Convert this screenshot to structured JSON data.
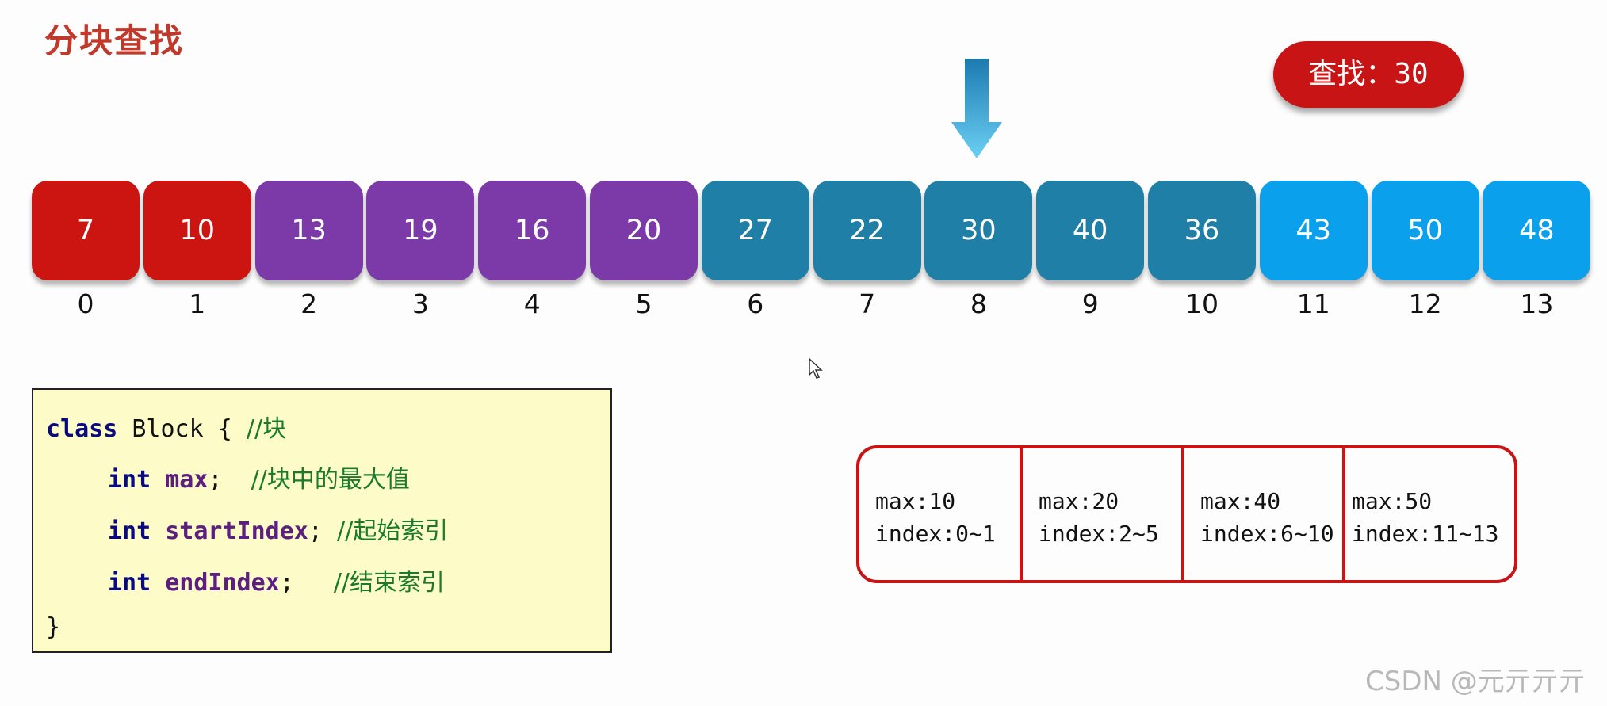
{
  "title": "分块查找",
  "search_badge": "查找：30",
  "pointer_index": 8,
  "array": {
    "values": [
      "7",
      "10",
      "13",
      "19",
      "16",
      "20",
      "27",
      "22",
      "30",
      "40",
      "36",
      "43",
      "50",
      "48"
    ],
    "indices": [
      "0",
      "1",
      "2",
      "3",
      "4",
      "5",
      "6",
      "7",
      "8",
      "9",
      "10",
      "11",
      "12",
      "13"
    ],
    "colors": [
      "#cc1410",
      "#cc1410",
      "#7b3aa8",
      "#7b3aa8",
      "#7b3aa8",
      "#7b3aa8",
      "#1f7fa6",
      "#1f7fa6",
      "#1f7fa6",
      "#1f7fa6",
      "#1f7fa6",
      "#0aa0ec",
      "#0aa0ec",
      "#0aa0ec"
    ]
  },
  "code": {
    "line1_keyword": "class",
    "line1_name": " Block { ",
    "line1_comment": "//块",
    "line2_keyword": "int",
    "line2_field": " max",
    "line2_punct": ";  ",
    "line2_comment": "//块中的最大值",
    "line3_keyword": "int",
    "line3_field": " startIndex",
    "line3_punct": "; ",
    "line3_comment": "//起始索引",
    "line4_keyword": "int",
    "line4_field": " endIndex",
    "line4_punct": ";",
    "line4_comment": "//结束索引",
    "line5": "}"
  },
  "blocks": [
    {
      "max": "max:10",
      "index": "index:0~1"
    },
    {
      "max": "max:20",
      "index": "index:2~5"
    },
    {
      "max": "max:40",
      "index": "index:6~10"
    },
    {
      "max": "max:50",
      "index": "index:11~13"
    }
  ],
  "watermark": "CSDN @元亓亓亓"
}
